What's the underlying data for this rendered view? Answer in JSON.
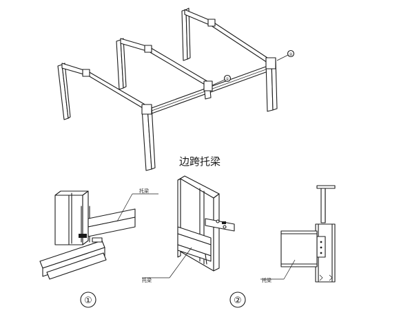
{
  "title": "边跨托梁",
  "labels": {
    "detail1_beam": "托梁",
    "detail2_beam": "托梁",
    "detail3_beam": "托梁"
  },
  "callouts": {
    "frame_1": "①",
    "frame_2": "②",
    "detail_1": "①",
    "detail_2": "②"
  },
  "colors": {
    "line": "#1a1a1a",
    "background": "#ffffff"
  }
}
